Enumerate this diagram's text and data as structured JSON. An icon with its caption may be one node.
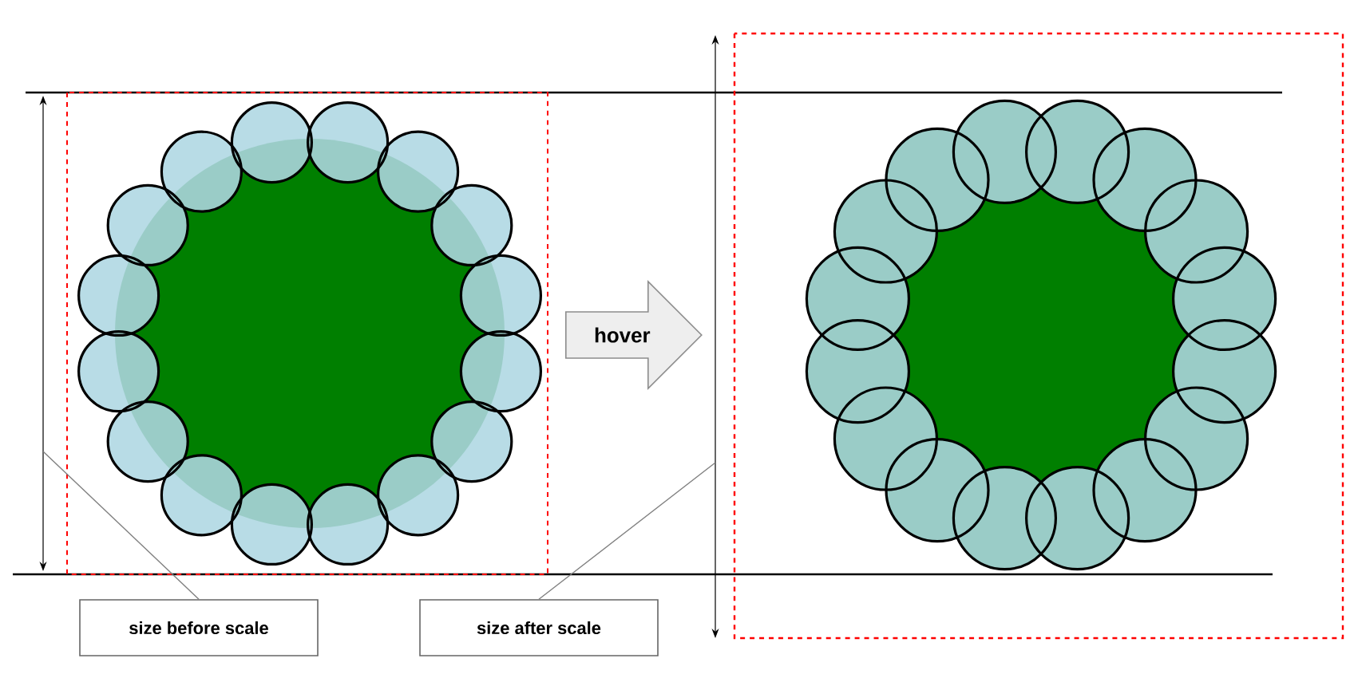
{
  "diagram": {
    "nodes": [
      {
        "text": [
          "size before scale"
        ]
      },
      {
        "text": [
          "size after scale"
        ]
      },
      {
        "text": [
          "hover"
        ]
      }
    ],
    "edges": [
      {
        "from": 0,
        "to": null,
        "arrow": "none"
      },
      {
        "from": 1,
        "to": null,
        "arrow": "none"
      }
    ]
  }
}
